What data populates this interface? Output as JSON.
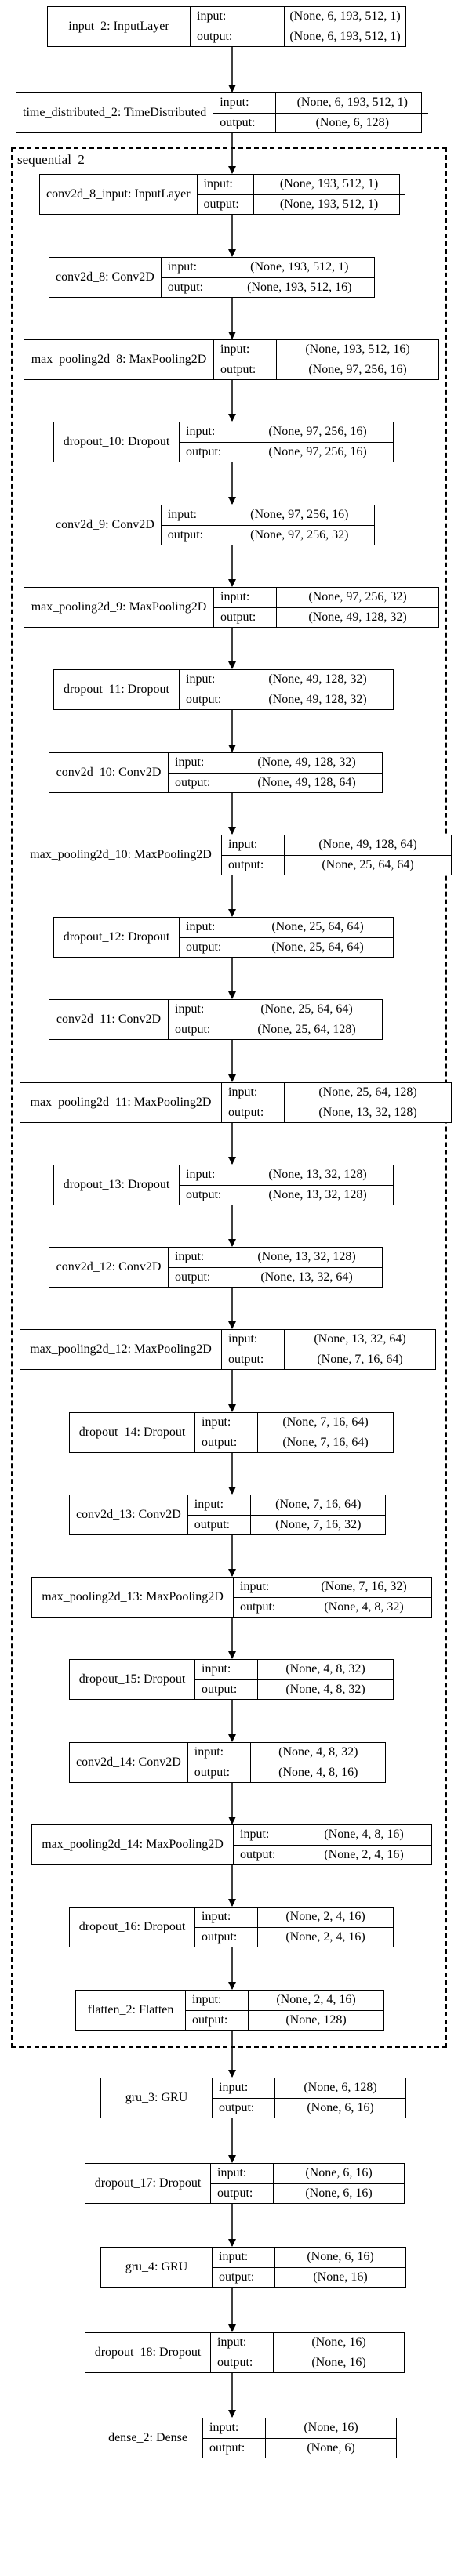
{
  "group": {
    "label": "sequential_2"
  },
  "io_labels": {
    "input": "input:",
    "output": "output:"
  },
  "nodes": [
    {
      "id": "input_2",
      "name": "input_2: InputLayer",
      "input": "(None, 6, 193, 512, 1)",
      "output": "(None, 6, 193, 512, 1)"
    },
    {
      "id": "time_distributed_2",
      "name": "time_distributed_2: TimeDistributed",
      "input": "(None, 6, 193, 512, 1)",
      "output": "(None, 6, 128)"
    },
    {
      "id": "conv2d_8_input",
      "name": "conv2d_8_input: InputLayer",
      "input": "(None, 193, 512, 1)",
      "output": "(None, 193, 512, 1)"
    },
    {
      "id": "conv2d_8",
      "name": "conv2d_8: Conv2D",
      "input": "(None, 193, 512, 1)",
      "output": "(None, 193, 512, 16)"
    },
    {
      "id": "max_pooling2d_8",
      "name": "max_pooling2d_8: MaxPooling2D",
      "input": "(None, 193, 512, 16)",
      "output": "(None, 97, 256, 16)"
    },
    {
      "id": "dropout_10",
      "name": "dropout_10: Dropout",
      "input": "(None, 97, 256, 16)",
      "output": "(None, 97, 256, 16)"
    },
    {
      "id": "conv2d_9",
      "name": "conv2d_9: Conv2D",
      "input": "(None, 97, 256, 16)",
      "output": "(None, 97, 256, 32)"
    },
    {
      "id": "max_pooling2d_9",
      "name": "max_pooling2d_9: MaxPooling2D",
      "input": "(None, 97, 256, 32)",
      "output": "(None, 49, 128, 32)"
    },
    {
      "id": "dropout_11",
      "name": "dropout_11: Dropout",
      "input": "(None, 49, 128, 32)",
      "output": "(None, 49, 128, 32)"
    },
    {
      "id": "conv2d_10",
      "name": "conv2d_10: Conv2D",
      "input": "(None, 49, 128, 32)",
      "output": "(None, 49, 128, 64)"
    },
    {
      "id": "max_pooling2d_10",
      "name": "max_pooling2d_10: MaxPooling2D",
      "input": "(None, 49, 128, 64)",
      "output": "(None, 25, 64, 64)"
    },
    {
      "id": "dropout_12",
      "name": "dropout_12: Dropout",
      "input": "(None, 25, 64, 64)",
      "output": "(None, 25, 64, 64)"
    },
    {
      "id": "conv2d_11",
      "name": "conv2d_11: Conv2D",
      "input": "(None, 25, 64, 64)",
      "output": "(None, 25, 64, 128)"
    },
    {
      "id": "max_pooling2d_11",
      "name": "max_pooling2d_11: MaxPooling2D",
      "input": "(None, 25, 64, 128)",
      "output": "(None, 13, 32, 128)"
    },
    {
      "id": "dropout_13",
      "name": "dropout_13: Dropout",
      "input": "(None, 13, 32, 128)",
      "output": "(None, 13, 32, 128)"
    },
    {
      "id": "conv2d_12",
      "name": "conv2d_12: Conv2D",
      "input": "(None, 13, 32, 128)",
      "output": "(None, 13, 32, 64)"
    },
    {
      "id": "max_pooling2d_12",
      "name": "max_pooling2d_12: MaxPooling2D",
      "input": "(None, 13, 32, 64)",
      "output": "(None, 7, 16, 64)"
    },
    {
      "id": "dropout_14",
      "name": "dropout_14: Dropout",
      "input": "(None, 7, 16, 64)",
      "output": "(None, 7, 16, 64)"
    },
    {
      "id": "conv2d_13",
      "name": "conv2d_13: Conv2D",
      "input": "(None, 7, 16, 64)",
      "output": "(None, 7, 16, 32)"
    },
    {
      "id": "max_pooling2d_13",
      "name": "max_pooling2d_13: MaxPooling2D",
      "input": "(None, 7, 16, 32)",
      "output": "(None, 4, 8, 32)"
    },
    {
      "id": "dropout_15",
      "name": "dropout_15: Dropout",
      "input": "(None, 4, 8, 32)",
      "output": "(None, 4, 8, 32)"
    },
    {
      "id": "conv2d_14",
      "name": "conv2d_14: Conv2D",
      "input": "(None, 4, 8, 32)",
      "output": "(None, 4, 8, 16)"
    },
    {
      "id": "max_pooling2d_14",
      "name": "max_pooling2d_14: MaxPooling2D",
      "input": "(None, 4, 8, 16)",
      "output": "(None, 2, 4, 16)"
    },
    {
      "id": "dropout_16",
      "name": "dropout_16: Dropout",
      "input": "(None, 2, 4, 16)",
      "output": "(None, 2, 4, 16)"
    },
    {
      "id": "flatten_2",
      "name": "flatten_2: Flatten",
      "input": "(None, 2, 4, 16)",
      "output": "(None, 128)"
    },
    {
      "id": "gru_3",
      "name": "gru_3: GRU",
      "input": "(None, 6, 128)",
      "output": "(None, 6, 16)"
    },
    {
      "id": "dropout_17",
      "name": "dropout_17: Dropout",
      "input": "(None, 6, 16)",
      "output": "(None, 6, 16)"
    },
    {
      "id": "gru_4",
      "name": "gru_4: GRU",
      "input": "(None, 6, 16)",
      "output": "(None, 16)"
    },
    {
      "id": "dropout_18",
      "name": "dropout_18: Dropout",
      "input": "(None, 16)",
      "output": "(None, 16)"
    },
    {
      "id": "dense_2",
      "name": "dense_2: Dense",
      "input": "(None, 16)",
      "output": "(None, 6)"
    }
  ],
  "edges": [
    [
      "input_2",
      "time_distributed_2"
    ],
    [
      "time_distributed_2",
      "conv2d_8_input"
    ],
    [
      "conv2d_8_input",
      "conv2d_8"
    ],
    [
      "conv2d_8",
      "max_pooling2d_8"
    ],
    [
      "max_pooling2d_8",
      "dropout_10"
    ],
    [
      "dropout_10",
      "conv2d_9"
    ],
    [
      "conv2d_9",
      "max_pooling2d_9"
    ],
    [
      "max_pooling2d_9",
      "dropout_11"
    ],
    [
      "dropout_11",
      "conv2d_10"
    ],
    [
      "conv2d_10",
      "max_pooling2d_10"
    ],
    [
      "max_pooling2d_10",
      "dropout_12"
    ],
    [
      "dropout_12",
      "conv2d_11"
    ],
    [
      "conv2d_11",
      "max_pooling2d_11"
    ],
    [
      "max_pooling2d_11",
      "dropout_13"
    ],
    [
      "dropout_13",
      "conv2d_12"
    ],
    [
      "conv2d_12",
      "max_pooling2d_12"
    ],
    [
      "max_pooling2d_12",
      "dropout_14"
    ],
    [
      "dropout_14",
      "conv2d_13"
    ],
    [
      "conv2d_13",
      "max_pooling2d_13"
    ],
    [
      "max_pooling2d_13",
      "dropout_15"
    ],
    [
      "dropout_15",
      "conv2d_14"
    ],
    [
      "conv2d_14",
      "max_pooling2d_14"
    ],
    [
      "max_pooling2d_14",
      "dropout_16"
    ],
    [
      "dropout_16",
      "flatten_2"
    ],
    [
      "flatten_2",
      "gru_3"
    ],
    [
      "gru_3",
      "dropout_17"
    ],
    [
      "dropout_17",
      "gru_4"
    ],
    [
      "gru_4",
      "dropout_18"
    ],
    [
      "dropout_18",
      "dense_2"
    ]
  ]
}
